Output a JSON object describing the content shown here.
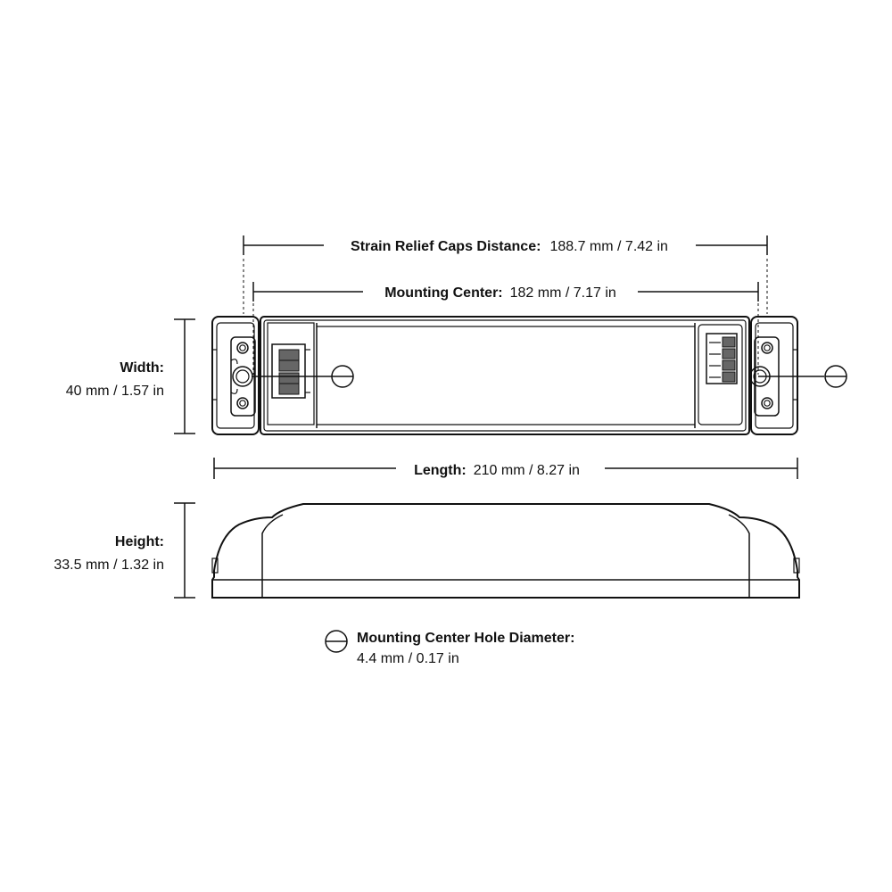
{
  "dimensions": {
    "strain_relief": {
      "label": "Strain Relief Caps Distance:",
      "value": "188.7 mm / 7.42 in"
    },
    "mounting_center": {
      "label": "Mounting Center:",
      "value": "182 mm / 7.17 in"
    },
    "width": {
      "label": "Width:",
      "value": "40 mm / 1.57 in"
    },
    "length": {
      "label": "Length:",
      "value": "210 mm / 8.27 in"
    },
    "height": {
      "label": "Height:",
      "value": "33.5 mm / 1.32 in"
    },
    "hole_diameter": {
      "label": "Mounting Center Hole Diameter:",
      "value": "4.4 mm / 0.17 in"
    }
  },
  "colors": {
    "stroke": "#111111",
    "background": "#ffffff"
  }
}
